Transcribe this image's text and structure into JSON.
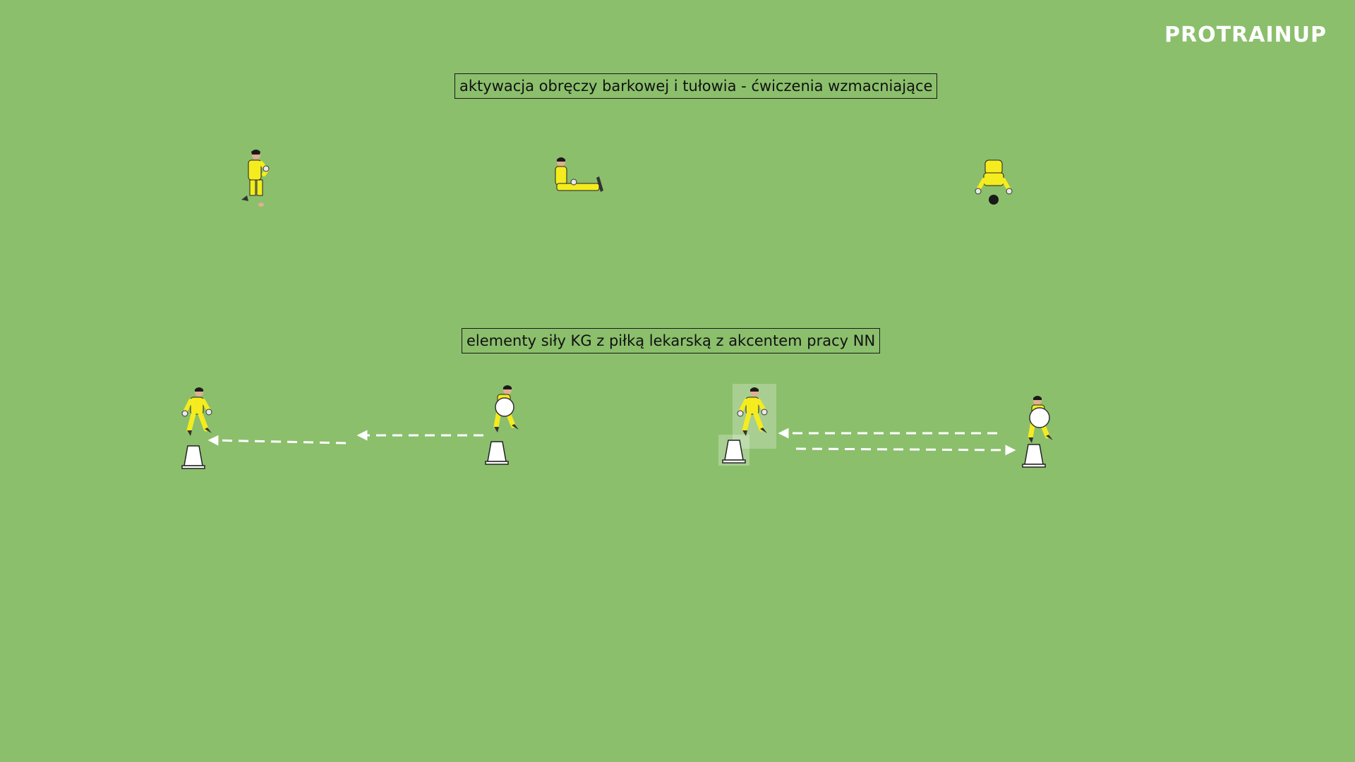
{
  "brand": {
    "logo_text": "PROTRAINUP"
  },
  "sections": [
    {
      "label": "aktywacja obręczy barkowej i tułowia - ćwiczenia wzmacniające"
    },
    {
      "label": "elementy siły KG z piłką lekarską z akcentem pracy NN"
    }
  ],
  "colors": {
    "field": "#8bbf6c",
    "kit": "#f5ec1f",
    "gloves": "#e8e8e8",
    "marker": "#ffffff",
    "text": "#111111"
  }
}
